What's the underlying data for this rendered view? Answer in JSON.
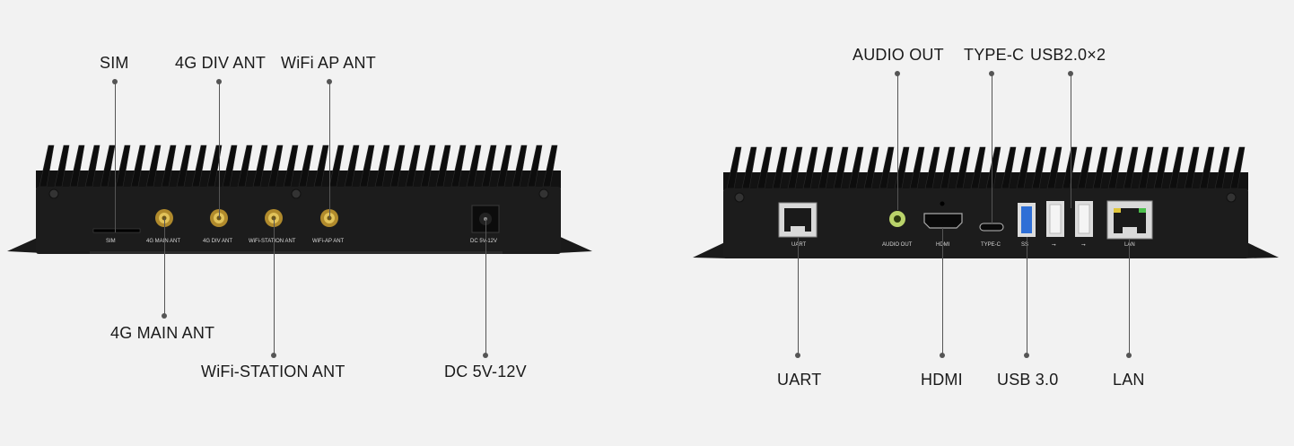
{
  "left_device": {
    "callouts": {
      "sim": "SIM",
      "div_4g": "4G DIV ANT",
      "wifi_ap": "WiFi AP ANT",
      "main_4g": "4G MAIN ANT",
      "wifi_station": "WiFi-STATION ANT",
      "dc": "DC 5V-12V"
    },
    "port_labels": {
      "sim": "SIM",
      "main_4g": "4G MAIN ANT",
      "div_4g": "4G DIV ANT",
      "wifi_station": "WiFi-STATION ANT",
      "wifi_ap": "WiFi-AP ANT",
      "dc": "DC 5V-12V"
    }
  },
  "right_device": {
    "callouts": {
      "audio_out": "AUDIO OUT",
      "type_c": "TYPE-C",
      "usb2": "USB2.0×2",
      "uart": "UART",
      "hdmi": "HDMI",
      "usb3": "USB 3.0",
      "lan": "LAN"
    },
    "port_labels": {
      "uart": "UART",
      "audio_out": "AUDIO OUT",
      "hdmi": "HDMI",
      "type_c": "TYPE-C",
      "usb3": "SS",
      "usb2_a": "⭢",
      "usb2_b": "⭢",
      "lan": "LAN"
    }
  },
  "colors": {
    "background": "#f2f2f2",
    "chassis": "#1b1b1b",
    "fins": "#0f0f0f",
    "gold": "#c9a23a",
    "usb3_blue": "#2f6fd6",
    "audio_green": "#b9d36a",
    "leader": "#555555"
  }
}
